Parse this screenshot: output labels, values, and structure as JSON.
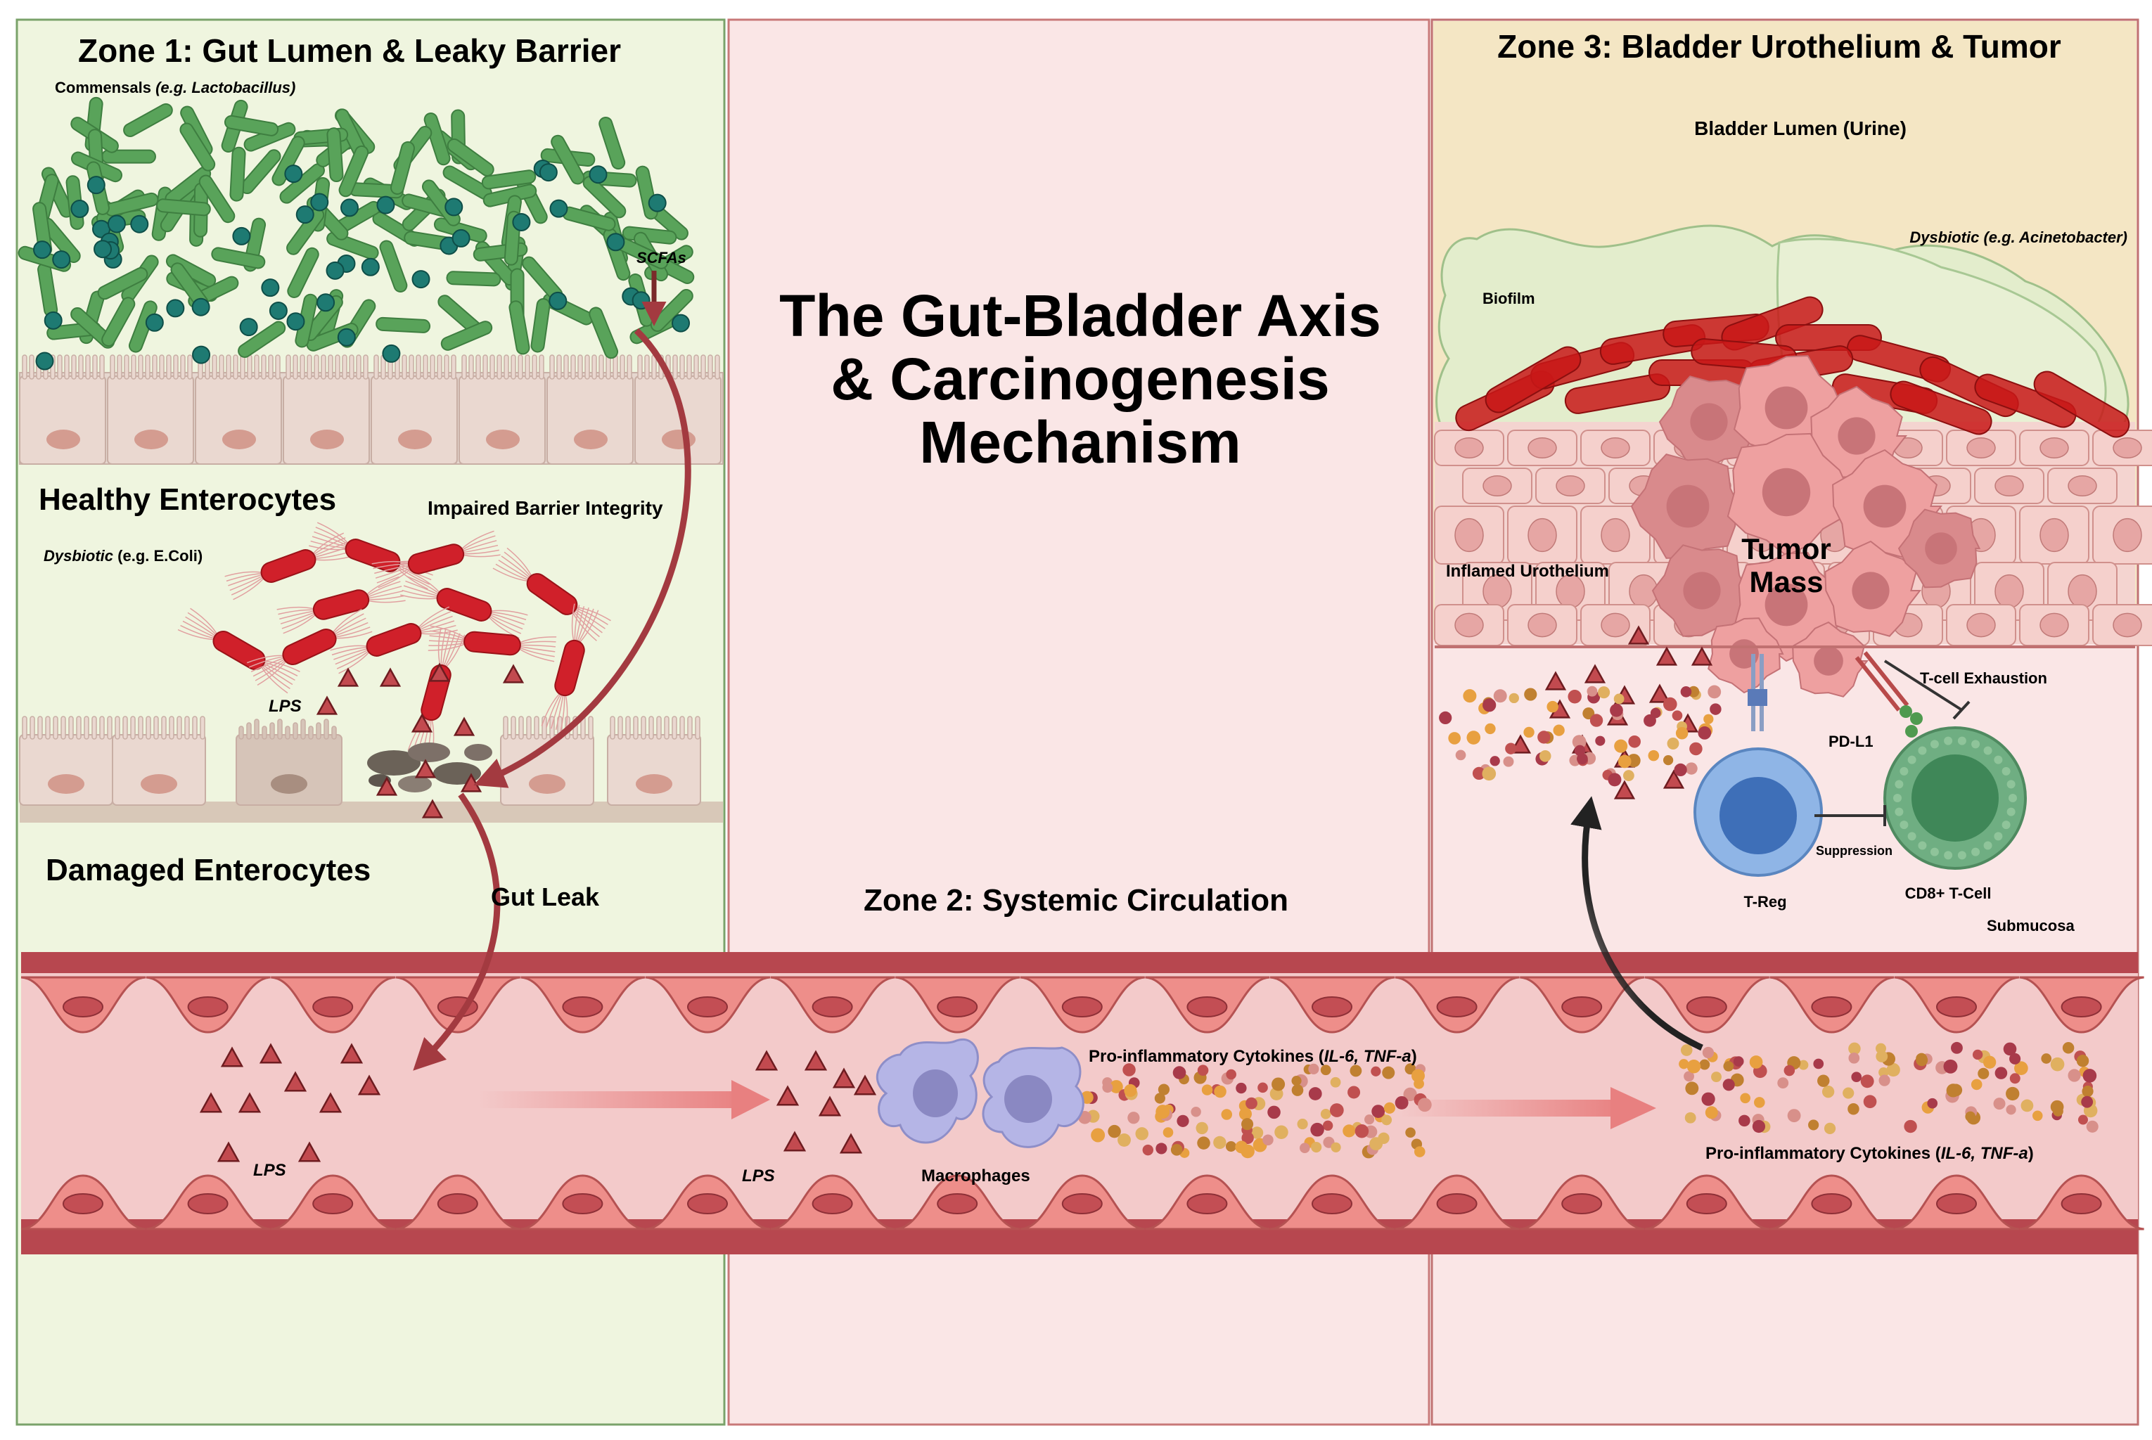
{
  "title": {
    "line1": "The Gut-Bladder Axis",
    "line2": "& Carcinogenesis",
    "line3": "Mechanism"
  },
  "zone1": {
    "heading": "Zone 1: Gut Lumen & Leaky Barrier",
    "commensals_prefix": "Commensals ",
    "commensals_example": "(e.g. Lactobacillus)",
    "scfas": "SCFAs",
    "healthy_enterocytes": "Healthy Enterocytes",
    "impaired_barrier": "Impaired Barrier Integrity",
    "dysbiotic_prefix": "Dysbiotic",
    "dysbiotic_example": " (e.g. E.Coli)",
    "lps_gut": "LPS",
    "damaged_enterocytes": "Damaged Enterocytes",
    "gut_leak": "Gut Leak",
    "lps_vessel": "LPS"
  },
  "zone2": {
    "heading": "Zone 2: Systemic Circulation",
    "cytokines_prefix": "Pro-inflammatory Cytokines (",
    "cytokines_italic": "IL-6, TNF-a",
    "cytokines_suffix": ")",
    "lps": "LPS",
    "macrophages": "Macrophages"
  },
  "zone3": {
    "heading": "Zone 3: Bladder Urothelium & Tumor",
    "bladder_lumen": "Bladder Lumen (Urine)",
    "dysbiotic": "Dysbiotic (e.g. Acinetobacter)",
    "biofilm": "Biofilm",
    "inflamed_urothelium": "Inflamed Urothelium",
    "tumor_line1": "Tumor",
    "tumor_line2": "Mass",
    "t_cell_exhaustion": "T-cell Exhaustion",
    "pd_l1": "PD-L1",
    "suppression": "Suppression",
    "t_reg": "T-Reg",
    "cd8": "CD8+ T-Cell",
    "submucosa": "Submucosa",
    "cytokines_prefix": "Pro-inflammatory Cytokines (",
    "cytokines_italic": "IL-6, TNF-a",
    "cytokines_suffix": ")"
  },
  "colors": {
    "zone1_bg": "#eff5df",
    "zone2_bg": "#fae6e6",
    "zone3_lumen_bg": "#f4e6c4",
    "vessel_wall": "#b7474f",
    "endothelial": "#ee8e8a",
    "lps_triangle": "#b73b3f",
    "ecoli": "#d0202a",
    "commensal": "#59a35a",
    "tumor": "#eea0a0",
    "t_reg": "#5a90d0",
    "cd8": "#5a9e70",
    "macrophage": "#b5b5e6"
  }
}
